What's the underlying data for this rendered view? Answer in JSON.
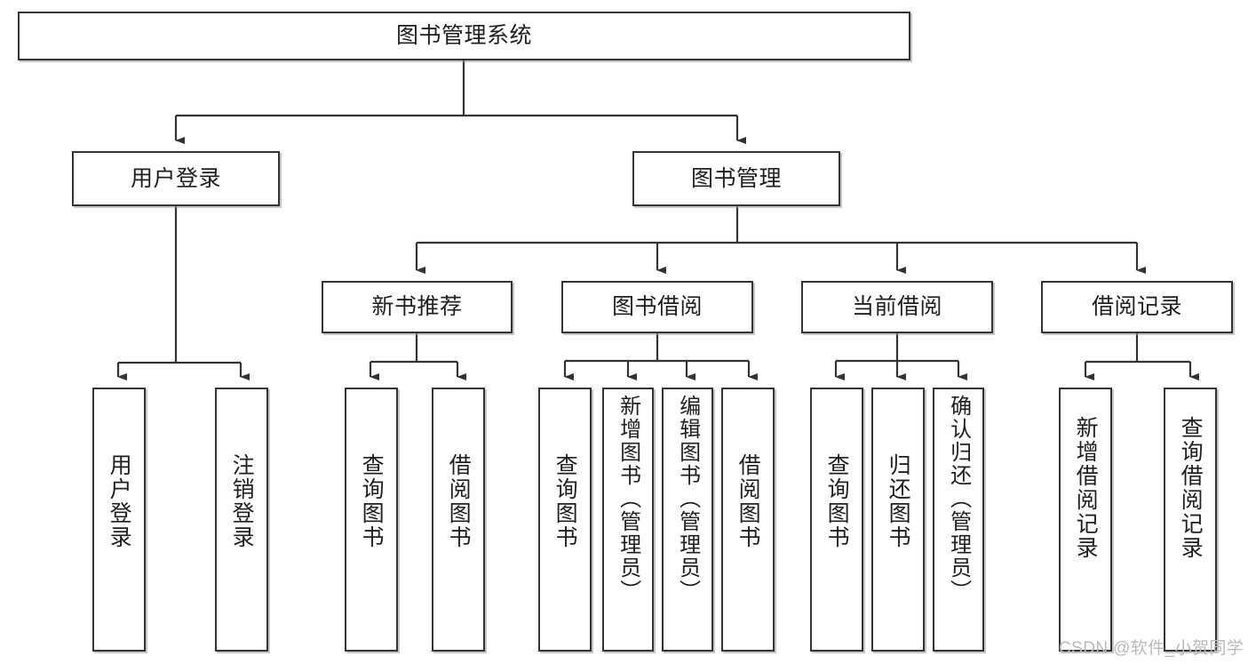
{
  "diagram": {
    "type": "tree",
    "title_node": "图书管理系统",
    "watermark": "CSDN @软件_小贺同学",
    "colors": {
      "box_border": "#333333",
      "box_fill": "#ffffff",
      "connector": "#333333",
      "text": "#1f1f1f",
      "watermark": "#b9b9b9"
    },
    "levels": {
      "root": {
        "label": "图书管理系统"
      },
      "level2": [
        {
          "label": "用户登录"
        },
        {
          "label": "图书管理"
        }
      ],
      "level3": [
        {
          "label": "新书推荐"
        },
        {
          "label": "图书借阅"
        },
        {
          "label": "当前借阅"
        },
        {
          "label": "借阅记录"
        }
      ],
      "leaves": {
        "user_login": [
          {
            "label": "用户登录"
          },
          {
            "label": "注销登录"
          }
        ],
        "new_book_recommend": [
          {
            "label": "查询图书"
          },
          {
            "label": "借阅图书"
          }
        ],
        "book_borrow": [
          {
            "label": "查询图书"
          },
          {
            "label": "新增图书（管理员）"
          },
          {
            "label": "编辑图书（管理员）"
          },
          {
            "label": "借阅图书"
          }
        ],
        "current_borrow": [
          {
            "label": "查询图书"
          },
          {
            "label": "归还图书"
          },
          {
            "label": "确认归还（管理员）"
          }
        ],
        "borrow_record": [
          {
            "label": "新增借阅记录"
          },
          {
            "label": "查询借阅记录"
          }
        ]
      }
    }
  }
}
